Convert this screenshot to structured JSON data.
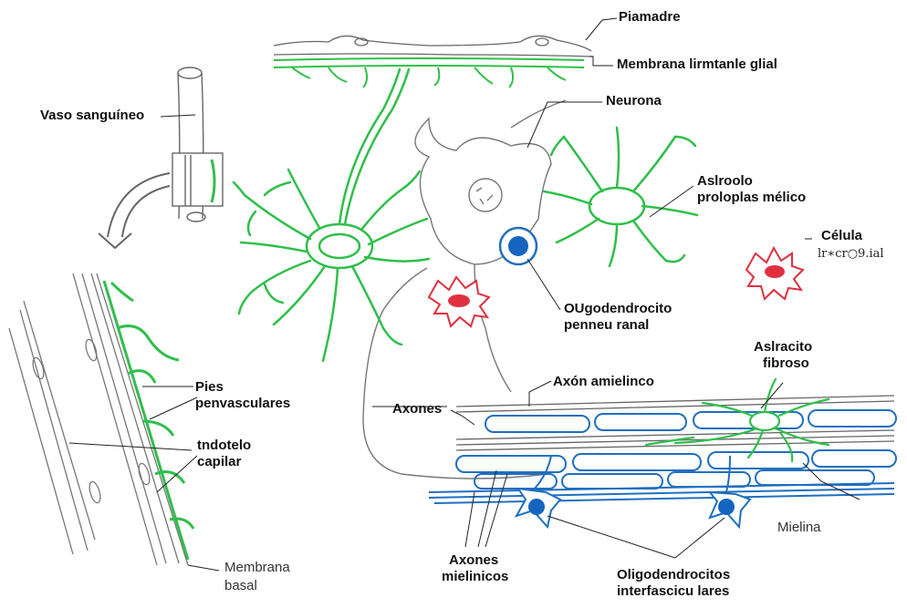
{
  "colors": {
    "astrocyte": "#2fbf4a",
    "oligodendrocyte": "#1f6fbf",
    "oligo_nucleus": "#1565c0",
    "microglia": "#e0303f",
    "outline": "#555555",
    "leader": "#222222"
  },
  "labels": {
    "piamadre": "Piamadre",
    "membrana_limitante": "Membrana lirmtanle glial",
    "vaso": "Vaso sanguíneo",
    "neurona": "Neurona",
    "astro_proto_1": "Aslroolo",
    "astro_proto_2": "proloplas mélico",
    "celula_1": "Célula",
    "celula_2": "lr∗cr○9.ial",
    "oligo_1": "OUgodendrocito",
    "oligo_2": "penneu ranal",
    "astro_fib_1": "Aslracito",
    "astro_fib_2": "fibroso",
    "axon_amielinico": "Axón amielinco",
    "axones": "Axones",
    "pies_1": "Pies",
    "pies_2": "penvasculares",
    "endotelio_1": "tndotelo",
    "endotelio_2": "capilar",
    "membrana_basal_1": "Membrana",
    "membrana_basal_2": "basal",
    "mielina": "Mielina",
    "axones_mielinicos_1": "Axones",
    "axones_mielinicos_2": "mielinicos",
    "oligo_inter_1": "Oligodendrocitos",
    "oligo_inter_2": "interfascicu lares"
  }
}
